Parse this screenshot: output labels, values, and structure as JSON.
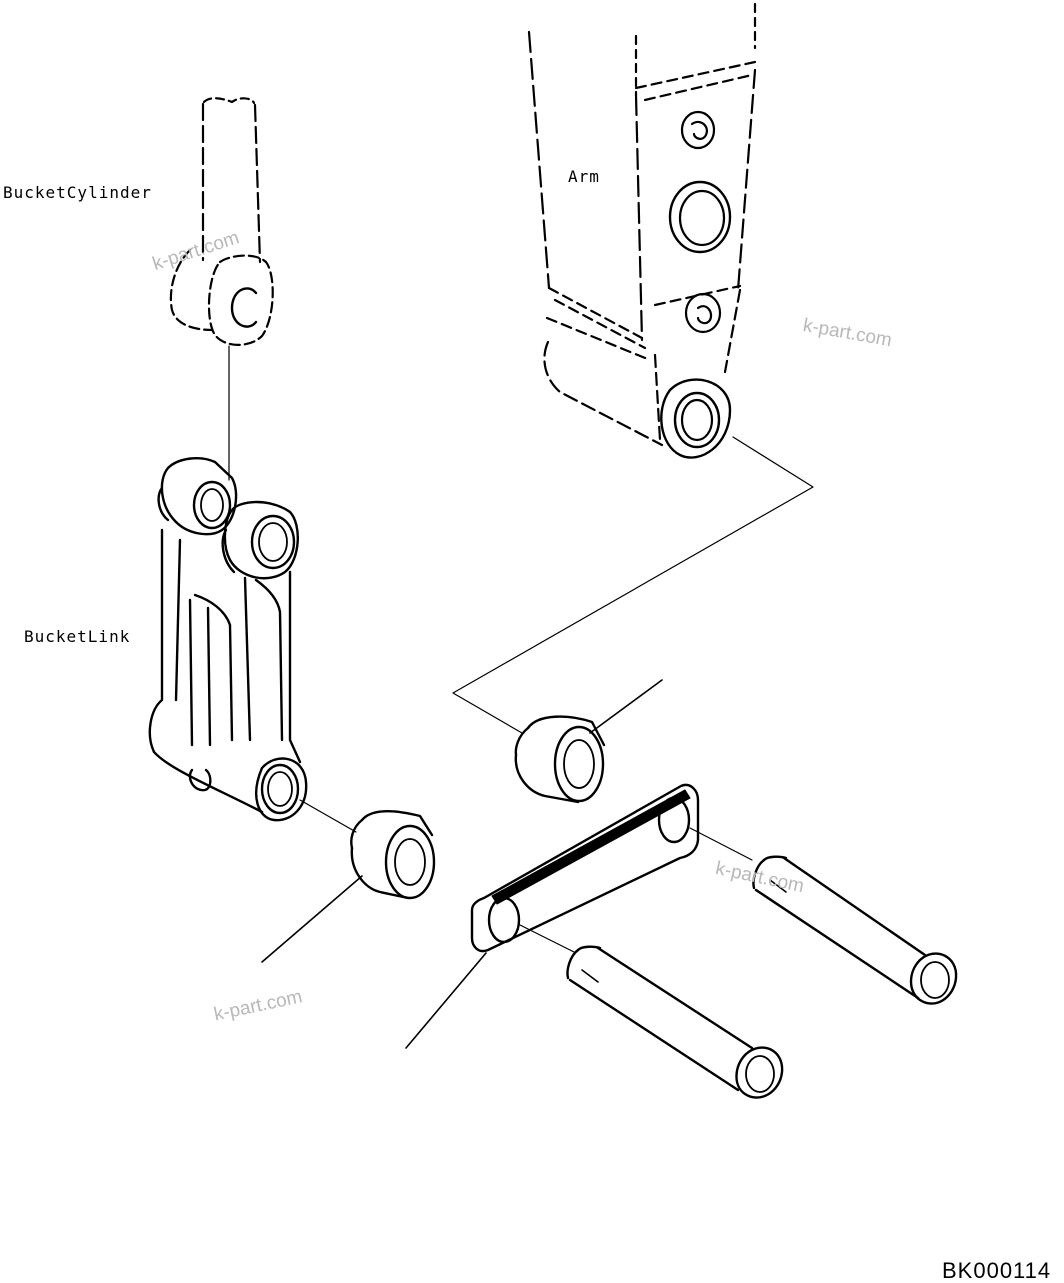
{
  "labels": {
    "bucket_cylinder": "BucketCylinder",
    "arm": "Arm",
    "bucket_link": "BucketLink"
  },
  "watermarks": [
    "k-part.com",
    "k-part.com",
    "k-part.com",
    "k-part.com"
  ],
  "diagram_code": "BK000114"
}
